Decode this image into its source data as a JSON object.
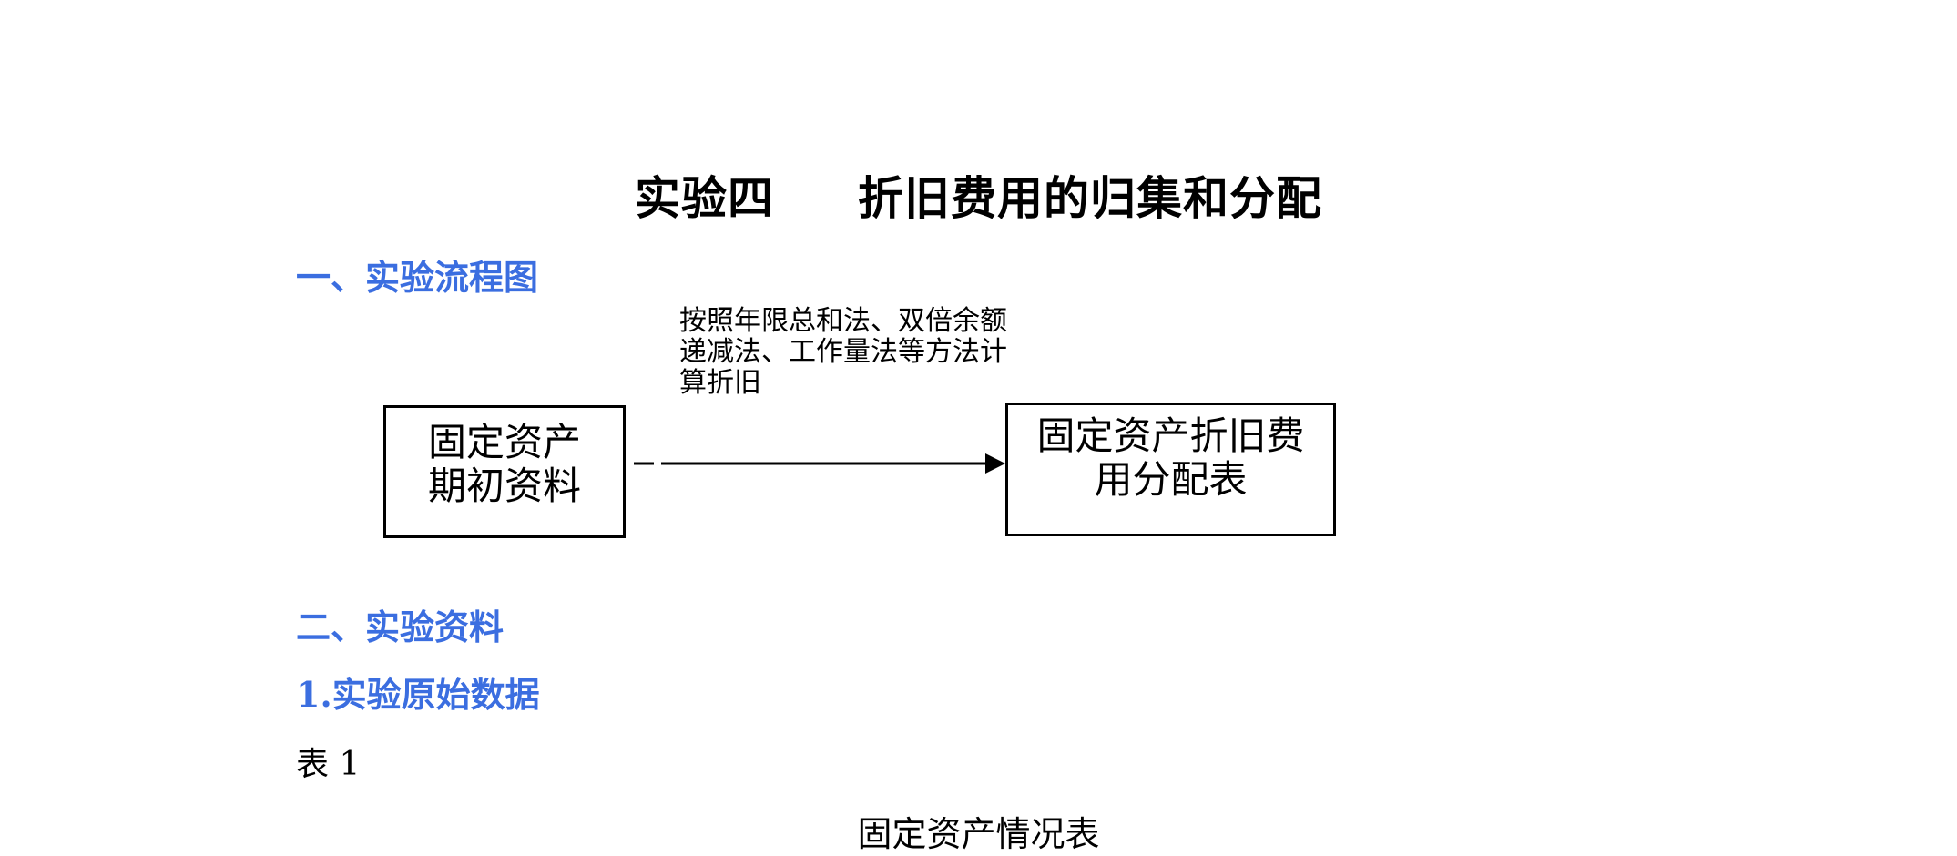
{
  "document": {
    "title": "实验四     折旧费用的归集和分配",
    "section1_heading": "一、实验流程图",
    "section2_heading": "二、实验资料",
    "subsection_heading": "1.实验原始数据",
    "table_label": "表 1",
    "table_caption": "固定资产情况表"
  },
  "flowchart": {
    "annotation_lines": [
      "按照年限总和法、双倍余额",
      "递减法、工作量法等方法计",
      "算折旧"
    ],
    "source_box_lines": [
      "固定资产",
      "期初资料"
    ],
    "target_box_lines": [
      "固定资产折旧费",
      "用分配表"
    ]
  },
  "colors": {
    "heading": "#3b6ee0",
    "text": "#000000"
  }
}
